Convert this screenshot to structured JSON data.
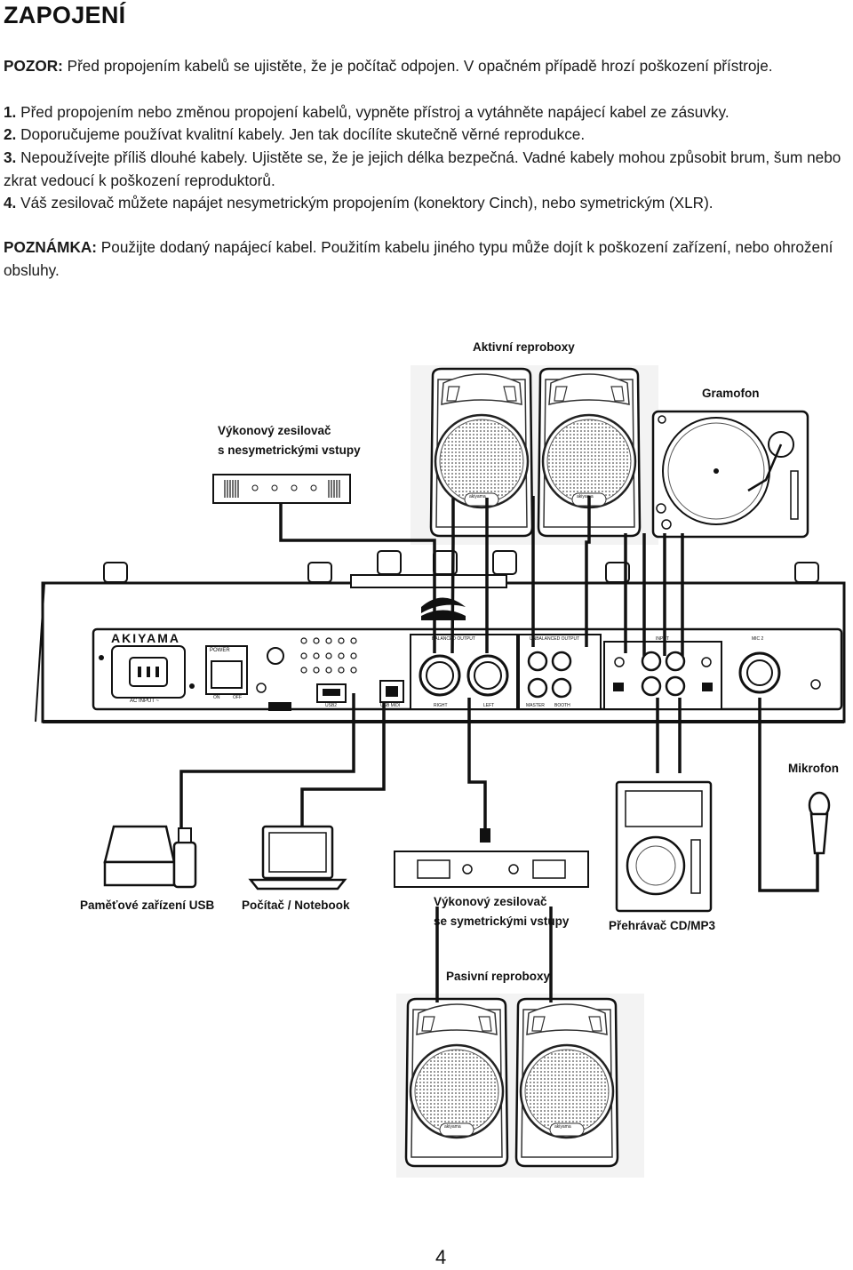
{
  "heading": "ZAPOJENÍ",
  "warning": {
    "label": "POZOR:",
    "text": " Před propojením kabelů se ujistěte, že je počítač odpojen. V opačném případě hrozí poškození přístroje."
  },
  "steps": [
    {
      "num": "1.",
      "text": " Před propojením nebo změnou propojení kabelů, vypněte přístroj a vytáhněte napájecí kabel ze zásuvky."
    },
    {
      "num": "2.",
      "text": " Doporučujeme používat kvalitní kabely. Jen tak docílíte skutečně věrné reprodukce."
    },
    {
      "num": "3.",
      "text": " Nepoužívejte příliš dlouhé kabely. Ujistěte se, že je jejich délka bezpečná. Vadné kabely mohou způsobit brum, šum nebo zkrat vedoucí k poškození reproduktorů."
    },
    {
      "num": "4.",
      "text": " Váš zesilovač můžete napájet nesymetrickým propojením (konektory Cinch), nebo symetrickým (XLR)."
    }
  ],
  "note": {
    "label": "POZNÁMKA:",
    "text": " Použijte dodaný napájecí kabel. Použitím kabelu jiného typu může dojít k poškození zařízení, nebo ohrožení obsluhy."
  },
  "diagram": {
    "labels": {
      "active_speakers": "Aktivní reproboxy",
      "turntable": "Gramofon",
      "amp_unbalanced_l1": "Výkonový zesilovač",
      "amp_unbalanced_l2": "s nesymetrickými vstupy",
      "microphone": "Mikrofon",
      "usb_storage": "Paměťové zařízení USB",
      "computer": "Počítač / Notebook",
      "amp_balanced_l1": "Výkonový zesilovač",
      "amp_balanced_l2": "se symetrickými vstupy",
      "cd_player": "Přehrávač CD/MP3",
      "passive_speakers": "Pasivní reproboxy"
    },
    "panel": {
      "brand": "AKIYAMA",
      "power": "POWER",
      "ac_input": "AC INPUT ~",
      "on": "ON",
      "off": "OFF",
      "balanced_output": "BALANCED OUTPUT",
      "unbalanced_output": "UNBALANCED OUTPUT",
      "input": "INPUT",
      "mic2": "MIC 2",
      "usb2": "USB2",
      "usb_midi": "USB MIDI",
      "right": "RIGHT",
      "left": "LEFT",
      "master": "MASTER",
      "booth": "BOOTH"
    },
    "speaker_badge": "akiyama"
  },
  "page_number": "4"
}
